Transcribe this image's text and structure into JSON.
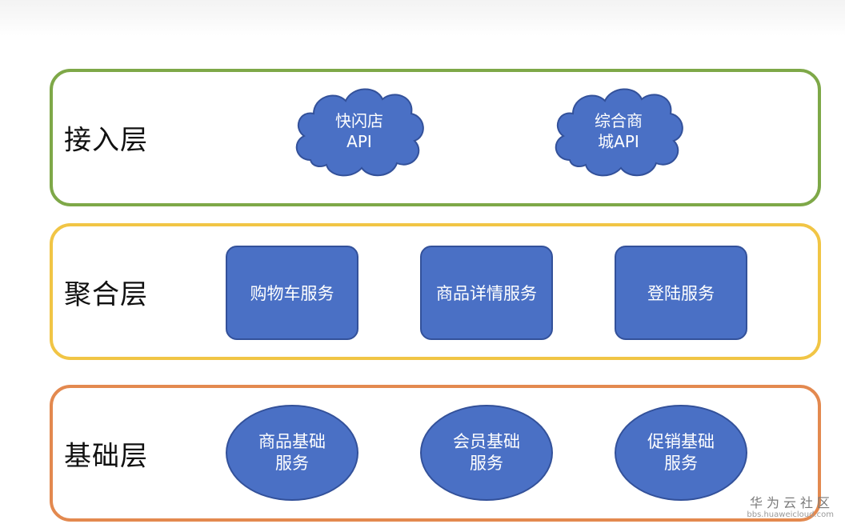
{
  "colors": {
    "access_border": "#7ea848",
    "aggregation_border": "#f1c545",
    "base_border": "#e3894f",
    "node_fill": "#4a70c5",
    "node_stroke": "#33519a"
  },
  "layers": [
    {
      "label": "接入层",
      "nodes": [
        {
          "shape": "cloud",
          "line1": "快闪店",
          "line2": "API"
        },
        {
          "shape": "cloud",
          "line1": "综合商",
          "line2": "城API"
        }
      ]
    },
    {
      "label": "聚合层",
      "nodes": [
        {
          "shape": "rounded-rect",
          "text": "购物车服务"
        },
        {
          "shape": "rounded-rect",
          "text": "商品详情服务"
        },
        {
          "shape": "rounded-rect",
          "text": "登陆服务"
        }
      ]
    },
    {
      "label": "基础层",
      "nodes": [
        {
          "shape": "ellipse",
          "line1": "商品基础",
          "line2": "服务"
        },
        {
          "shape": "ellipse",
          "line1": "会员基础",
          "line2": "服务"
        },
        {
          "shape": "ellipse",
          "line1": "促销基础",
          "line2": "服务"
        }
      ]
    }
  ],
  "watermark": {
    "main": "华为云社区",
    "sub": "bbs.huaweicloud.com"
  }
}
